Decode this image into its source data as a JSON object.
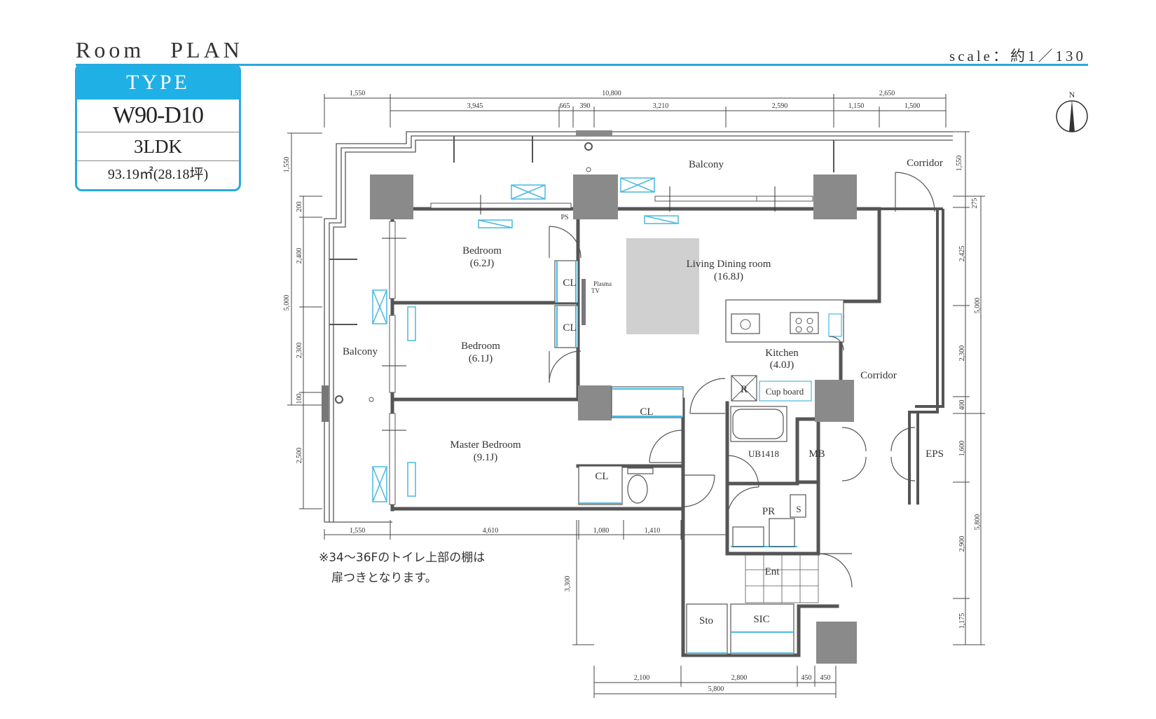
{
  "header": {
    "title": "Room　PLAN",
    "scale": "scale：約1／130"
  },
  "type_card": {
    "heading": "TYPE",
    "code": "W90-D10",
    "layout": "3LDK",
    "area": "93.19㎡(28.18坪)"
  },
  "rooms": {
    "balcony_north": "Balcony",
    "balcony_west": "Balcony",
    "corridor_top": "Corridor",
    "corridor_right": "Corridor",
    "bedroom1": "Bedroom",
    "bedroom1_size": "(6.2J)",
    "bedroom2": "Bedroom",
    "bedroom2_size": "(6.1J)",
    "master": "Master Bedroom",
    "master_size": "(9.1J)",
    "ldk": "Living Dining room",
    "ldk_size": "(16.8J)",
    "kitchen": "Kitchen",
    "kitchen_size": "(4.0J)",
    "cup_board": "Cup board",
    "refrigerator": "R",
    "ps": "PS",
    "plasma_tv_1": "Plasma",
    "plasma_tv_2": "TV",
    "cl": "CL",
    "ub": "UB1418",
    "mb": "MB",
    "eps": "EPS",
    "pr": "PR",
    "sink": "S",
    "ent": "Ent",
    "sto": "Sto",
    "sic": "SIC",
    "north": "N"
  },
  "dimensions": {
    "top_total": "10,800",
    "top_left": "1,550",
    "top_right": "2,650",
    "top_row2": [
      "3,945",
      "665",
      "390",
      "3,210",
      "2,590",
      "1,150",
      "1,500"
    ],
    "left_total": "5,000",
    "left_segments": [
      "1,550",
      "200",
      "2,400",
      "2,300",
      "100",
      "2,500"
    ],
    "bottom": [
      "1,550",
      "4,610",
      "1,080",
      "1,410"
    ],
    "bottom2": [
      "2,100",
      "2,800",
      "450",
      "450"
    ],
    "bottom_total": "5,800",
    "right_segments": [
      "1,550",
      "275",
      "2,425",
      "2,300",
      "400",
      "1,600",
      "2,900",
      "1,175"
    ],
    "right_total_1": "5,000",
    "right_total_2": "5,800",
    "vertical_mid": "3,300"
  },
  "note": {
    "line1": "※34〜36Fのトイレ上部の棚は",
    "line2": "扉つきとなります。"
  },
  "colors": {
    "accent": "#2aa9dc",
    "wall": "#555555",
    "column": "#8a8a8a",
    "fixture": "#48b9e0",
    "tv_area": "#d0d0d0"
  }
}
